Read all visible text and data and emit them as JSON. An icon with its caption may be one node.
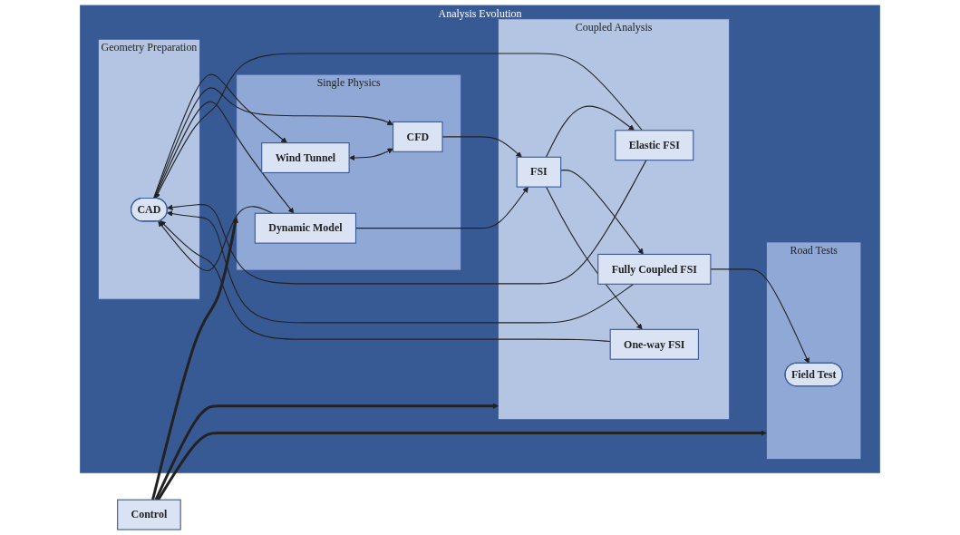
{
  "diagram": {
    "nodes": [
      {
        "text": [
          "Analysis Evolution"
        ]
      },
      {
        "text": [
          "Geometry Preparation"
        ],
        "in": 0
      },
      {
        "text": [
          "Single Physics"
        ],
        "in": 0
      },
      {
        "text": [
          "Coupled Analysis"
        ],
        "in": 0
      },
      {
        "text": [
          "Road Tests"
        ],
        "in": 0
      },
      {
        "text": [
          "CAD"
        ],
        "in": 1
      },
      {
        "text": [
          "Wind Tunnel"
        ],
        "in": 2
      },
      {
        "text": [
          "CFD"
        ],
        "in": 2
      },
      {
        "text": [
          "Dynamic Model"
        ],
        "in": 2
      },
      {
        "text": [
          "Elastic FSI"
        ],
        "in": 3
      },
      {
        "text": [
          "FSI"
        ],
        "in": 3
      },
      {
        "text": [
          "Fully Coupled FSI"
        ],
        "in": 3
      },
      {
        "text": [
          "One-way FSI"
        ],
        "in": 3
      },
      {
        "text": [
          "Field Test"
        ],
        "in": 4
      },
      {
        "text": [
          "Control"
        ]
      }
    ],
    "edges": [
      {
        "from": 5,
        "to": 6,
        "arrow": "to"
      },
      {
        "from": 5,
        "to": 7,
        "arrow": "to"
      },
      {
        "from": 5,
        "to": 8,
        "arrow": "to"
      },
      {
        "from": 6,
        "to": 7,
        "arrow": "both"
      },
      {
        "from": 7,
        "to": 10,
        "arrow": "to"
      },
      {
        "from": 8,
        "to": 10,
        "arrow": "to"
      },
      {
        "from": 10,
        "to": 9,
        "arrow": "to"
      },
      {
        "from": 10,
        "to": 11,
        "arrow": "to"
      },
      {
        "from": 10,
        "to": 12,
        "arrow": "to"
      },
      {
        "from": 11,
        "to": 13,
        "arrow": "to"
      },
      {
        "from": 9,
        "to": 5,
        "arrow": "to"
      },
      {
        "from": 9,
        "to": 5,
        "arrow": "to"
      },
      {
        "from": 11,
        "to": 5,
        "arrow": "to"
      },
      {
        "from": 12,
        "to": 5,
        "arrow": "to"
      },
      {
        "from": 8,
        "to": 5,
        "arrow": "to"
      },
      {
        "from": 14,
        "to": 2,
        "arrow": "to",
        "style": "thick"
      },
      {
        "from": 14,
        "to": 3,
        "arrow": "to",
        "style": "thick"
      },
      {
        "from": 14,
        "to": 4,
        "arrow": "to",
        "style": "thick"
      }
    ]
  }
}
